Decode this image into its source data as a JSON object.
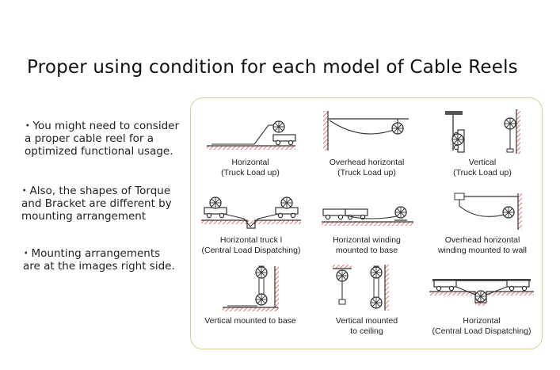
{
  "title": "Proper using condition for each model of Cable Reels",
  "notes": [
    {
      "lines": [
        "・You might need to consider",
        "a proper cable reel for a",
        "optimized functional usage."
      ]
    },
    {
      "lines": [
        "・Also, the shapes of Torque",
        "and Bracket are different by",
        "mounting arrangement"
      ]
    },
    {
      "lines": [
        "・Mounting arrangements",
        "are at the images right side."
      ]
    }
  ],
  "diagrams": [
    {
      "caption": [
        "Horizontal",
        "(Truck Load up)"
      ]
    },
    {
      "caption": [
        "Overhead horizontal",
        "(Truck Load up)"
      ]
    },
    {
      "caption": [
        "Vertical",
        "(Truck Load up)"
      ]
    },
    {
      "caption": [
        "Horizontal truck l",
        "(Central Load Dispatching)"
      ]
    },
    {
      "caption": [
        "Horizontal winding",
        "mounted to base"
      ]
    },
    {
      "caption": [
        "Overhead horizontal",
        "winding mounted to wall"
      ]
    },
    {
      "caption": [
        "Vertical mounted to base"
      ]
    },
    {
      "caption": [
        "Vertical mounted",
        "to ceiling"
      ]
    },
    {
      "caption": [
        "Horizontal",
        "(Central Load Dispatching)"
      ]
    }
  ],
  "colors": {
    "hatch": "#d9534f",
    "line": "#333333",
    "panel_border": "#d8cf96"
  }
}
